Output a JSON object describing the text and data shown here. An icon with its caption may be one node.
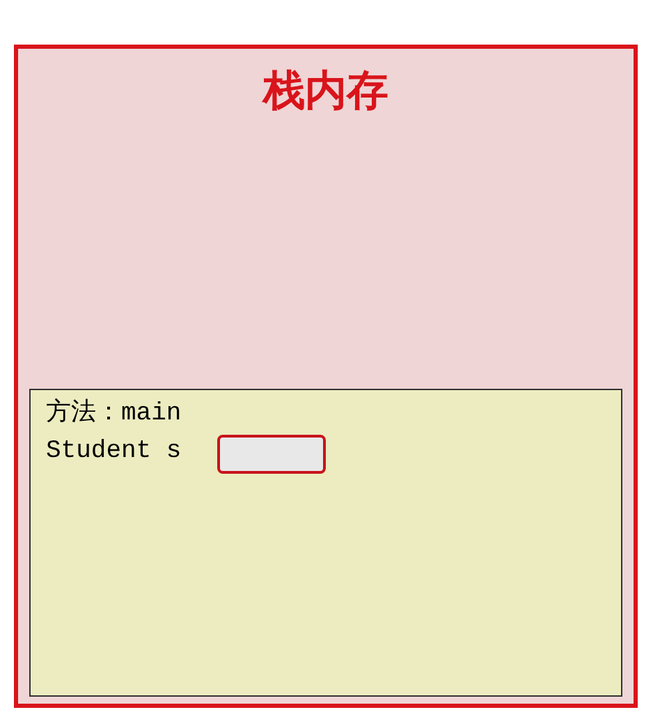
{
  "diagram": {
    "nodes": [
      {
        "text": [
          "栈内存"
        ]
      },
      {
        "text": [
          "方法：main",
          "Student s"
        ],
        "in": 0
      },
      {
        "text": [],
        "shape": "box",
        "in": 1
      }
    ]
  }
}
